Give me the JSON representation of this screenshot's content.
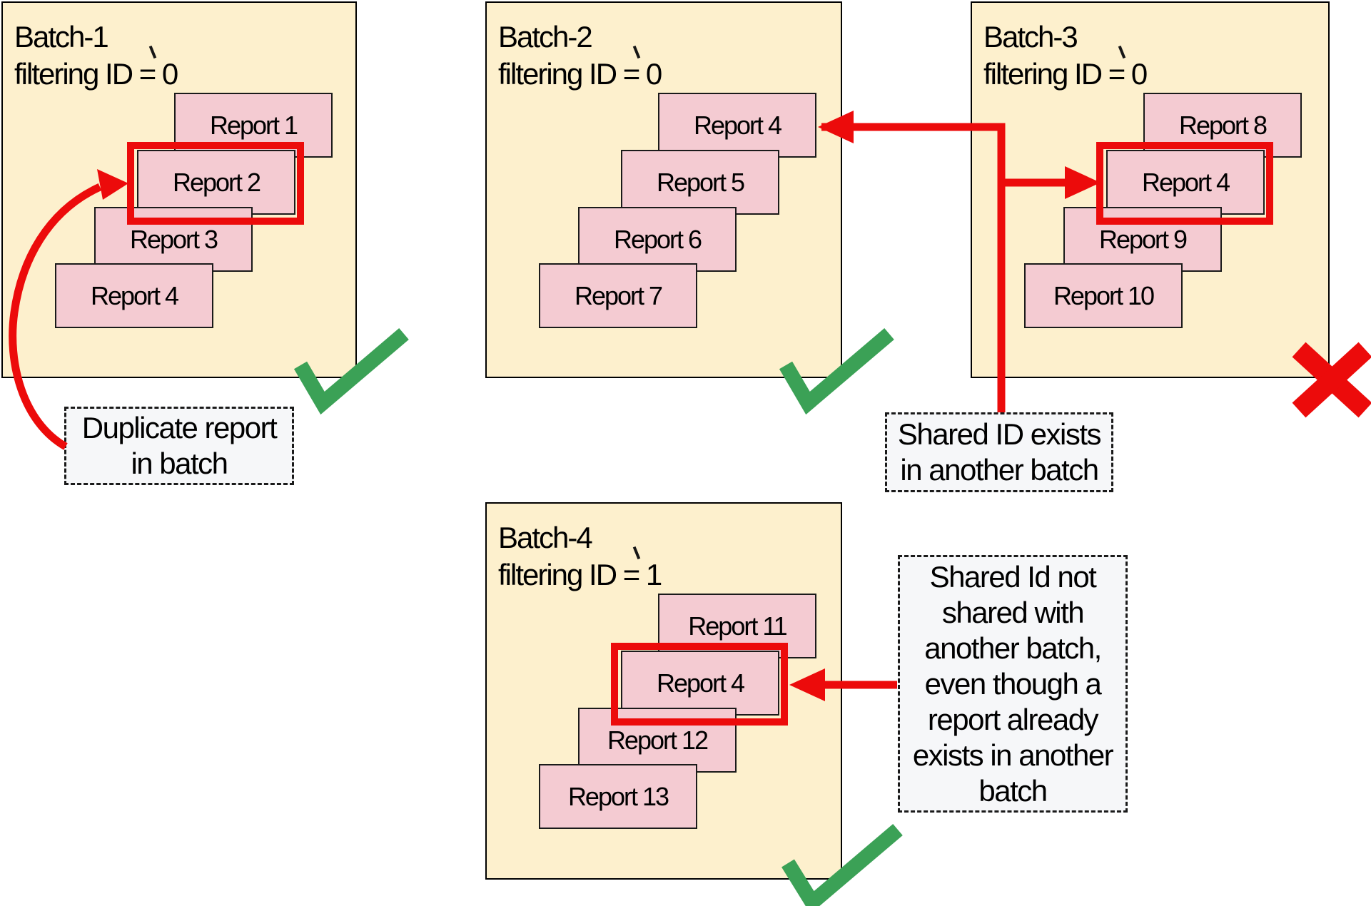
{
  "colors": {
    "batch-bg": "#FDF0CD",
    "batch-border": "#000000",
    "report-bg": "#F4CBD2",
    "report-border": "#1A1A1A",
    "accent-red": "#EC0B0B",
    "accent-green": "#3BA156",
    "note-bg": "#F6F7F9",
    "note-border": "#1A1A1A",
    "text": "#000000"
  },
  "batches": [
    {
      "name": "Batch-1",
      "filter_label": "filtering ID = 0",
      "reports": [
        "Report 1",
        "Report 2",
        "Report 3",
        "Report 4"
      ],
      "highlighted_report": "Report 2",
      "result": "valid",
      "result_icon": "check-icon"
    },
    {
      "name": "Batch-2",
      "filter_label": "filtering ID = 0",
      "reports": [
        "Report 4",
        "Report 5",
        "Report 6",
        "Report 7"
      ],
      "highlighted_report": null,
      "result": "valid",
      "result_icon": "check-icon"
    },
    {
      "name": "Batch-3",
      "filter_label": "filtering ID = 0",
      "reports": [
        "Report 8",
        "Report 4",
        "Report 9",
        "Report 10"
      ],
      "highlighted_report": "Report 4",
      "result": "invalid",
      "result_icon": "cross-icon"
    },
    {
      "name": "Batch-4",
      "filter_label": "filtering ID = 1",
      "reports": [
        "Report 11",
        "Report 4",
        "Report 12",
        "Report 13"
      ],
      "highlighted_report": "Report 4",
      "result": "valid",
      "result_icon": "check-icon"
    }
  ],
  "notes": [
    {
      "lines": [
        "Duplicate report",
        "in batch"
      ]
    },
    {
      "lines": [
        "Shared ID exists",
        "in another batch"
      ]
    },
    {
      "lines": [
        "Shared Id not",
        "shared with",
        "another batch,",
        "even though a",
        "report already",
        "exists in another",
        "batch"
      ]
    }
  ]
}
